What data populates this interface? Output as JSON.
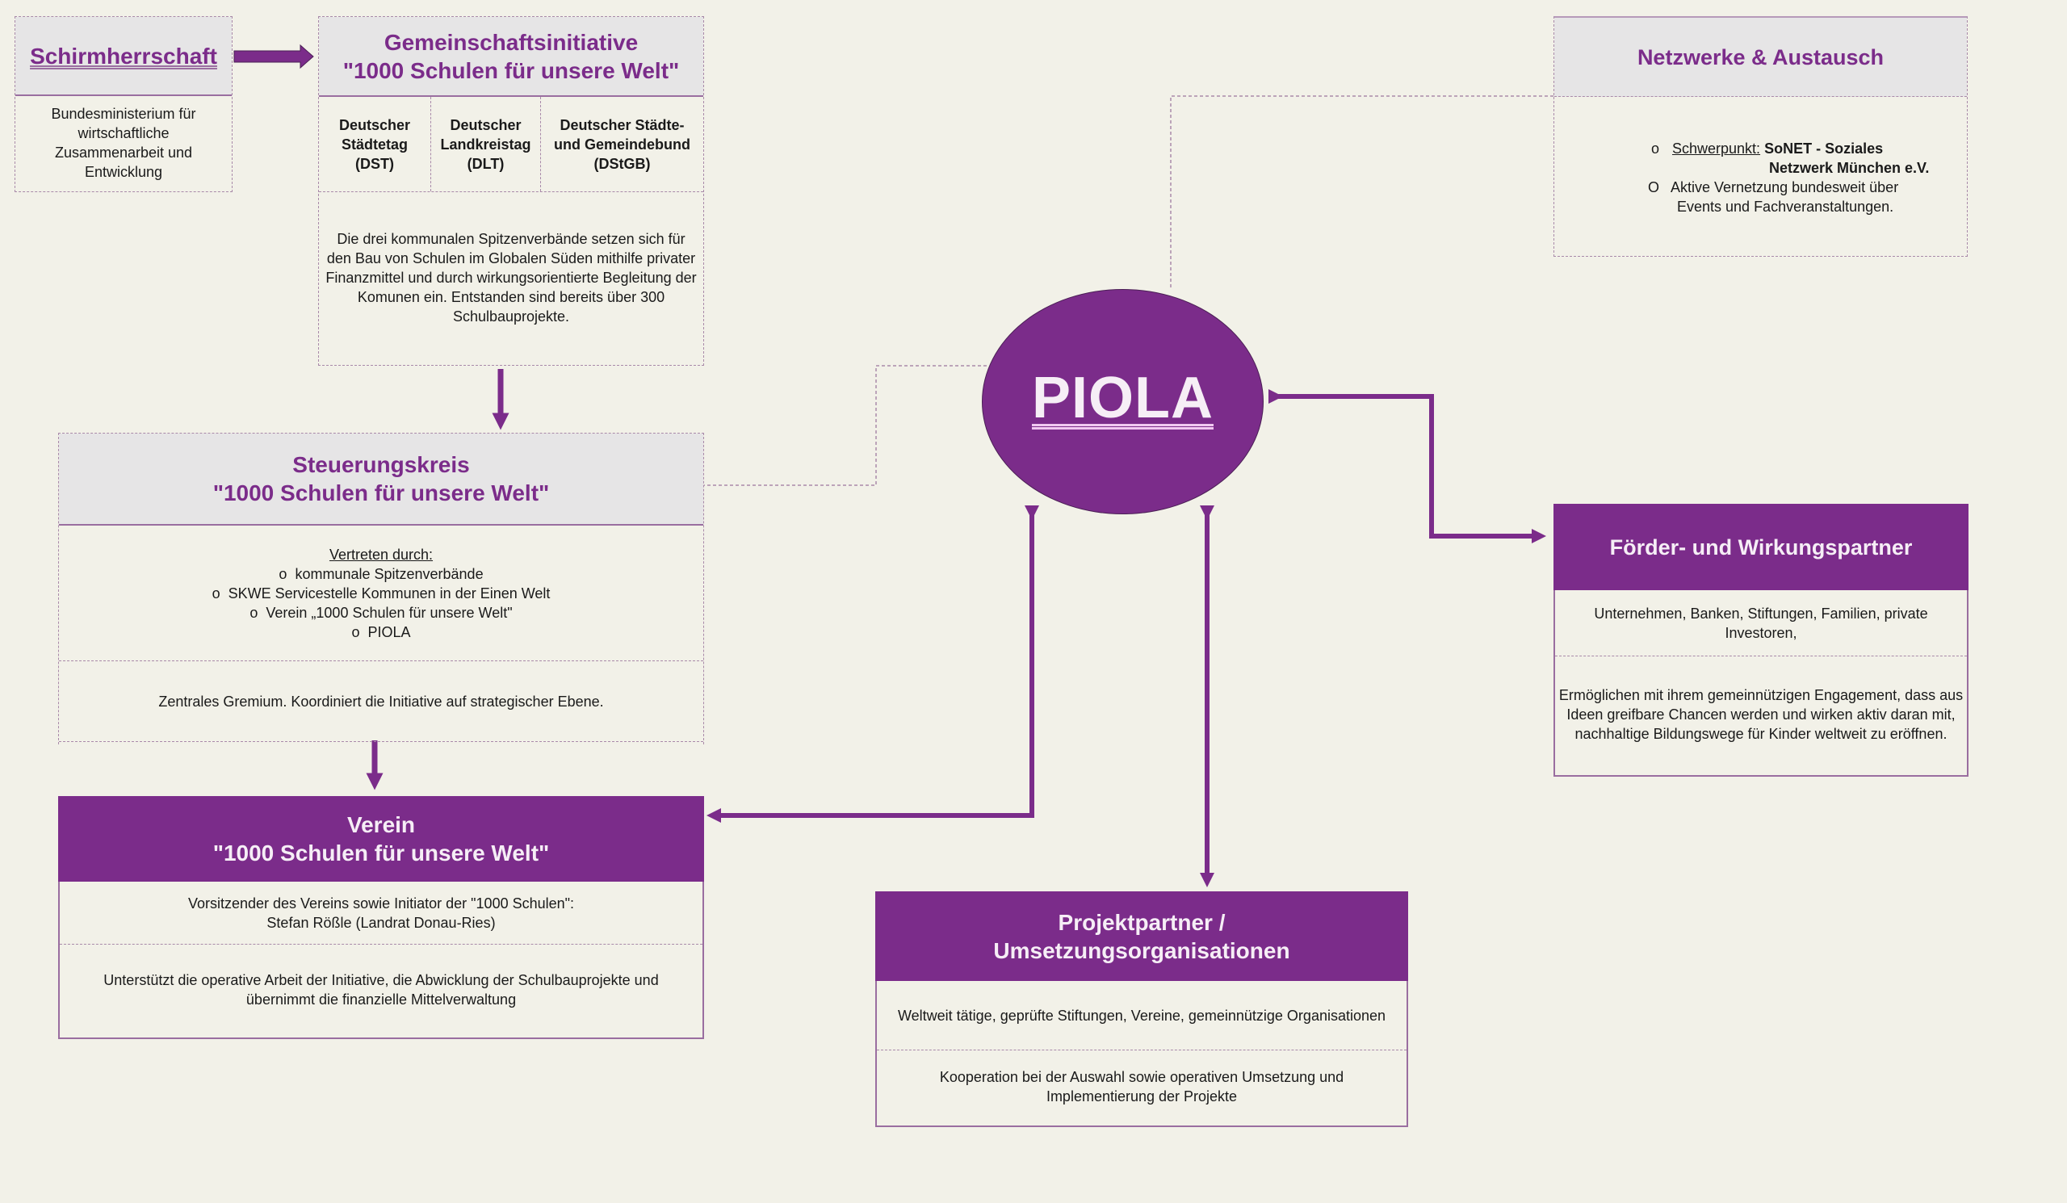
{
  "colors": {
    "background": "#f2f1e8",
    "purple": "#7b2c8a",
    "header_grey": "#e6e5e6",
    "border": "#a98aa9"
  },
  "schirmherrschaft": {
    "title": "Schirmherrschaft",
    "body": "Bundesministerium für wirtschaftliche Zusammenarbeit und Entwicklung"
  },
  "gemeinschaftsinitiative": {
    "title_line1": "Gemeinschaftsinitiative",
    "title_line2": "\"1000 Schulen für unsere Welt\"",
    "members": [
      {
        "line1": "Deutscher",
        "line2": "Städtetag",
        "line3": "(DST)"
      },
      {
        "line1": "Deutscher",
        "line2": "Landkreistag",
        "line3": "(DLT)"
      },
      {
        "line1": "Deutscher Städte-",
        "line2": "und Gemeindebund",
        "line3": "(DStGB)"
      }
    ],
    "body": "Die drei kommunalen Spitzenverbände setzen sich für den Bau von Schulen im Globalen Süden mithilfe privater Finanzmittel und durch wirkungsorientierte Begleitung der Komunen ein. Entstanden sind bereits über 300 Schulbauprojekte."
  },
  "steuerungskreis": {
    "title_line1": "Steuerungskreis",
    "title_line2": "\"1000 Schulen für unsere Welt\"",
    "represented_label": "Vertreten durch:",
    "bullet_mark": "o",
    "represented": [
      "kommunale Spitzenverbände",
      "SKWE  Servicestelle Kommunen in der Einen Welt",
      "Verein „1000 Schulen für unsere Welt\"",
      "PIOLA"
    ],
    "body": "Zentrales Gremium. Koordiniert die Initiative auf strategischer Ebene."
  },
  "verein": {
    "title_line1": "Verein",
    "title_line2": "\"1000 Schulen für unsere Welt\"",
    "chair_line1": "Vorsitzender des Vereins sowie Initiator der \"1000 Schulen\":",
    "chair_line2": "Stefan Rößle (Landrat Donau-Ries)",
    "body": "Unterstützt die operative Arbeit der Initiative, die Abwicklung der Schulbauprojekte und übernimmt die finanzielle Mittelverwaltung"
  },
  "piola": {
    "label": "PIOLA"
  },
  "netzwerke": {
    "title": "Netzwerke & Austausch",
    "bullet1_mark": "o",
    "bullet1_label": "Schwerpunkt:",
    "bullet1_bold_line1": "SoNET - Soziales",
    "bullet1_bold_line2": "Netzwerk München e.V.",
    "bullet2_mark": "O",
    "bullet2_line1": "Aktive Vernetzung bundesweit über",
    "bullet2_line2": "Events und Fachveranstaltungen."
  },
  "foerder": {
    "title": "Förder- und Wirkungspartner",
    "row1": "Unternehmen, Banken, Stiftungen, Familien, private Investoren,",
    "row2": "Ermöglichen mit ihrem gemeinnützigen Engagement, dass aus Ideen greifbare Chancen werden und wirken aktiv daran mit, nachhaltige Bildungswege für Kinder weltweit zu eröffnen."
  },
  "projektpartner": {
    "title_line1": "Projektpartner /",
    "title_line2": "Umsetzungsorganisationen",
    "row1": "Weltweit tätige, geprüfte Stiftungen, Vereine, gemeinnützige Organisationen",
    "row2": "Kooperation bei der Auswahl sowie operativen Umsetzung und Implementierung der Projekte"
  }
}
